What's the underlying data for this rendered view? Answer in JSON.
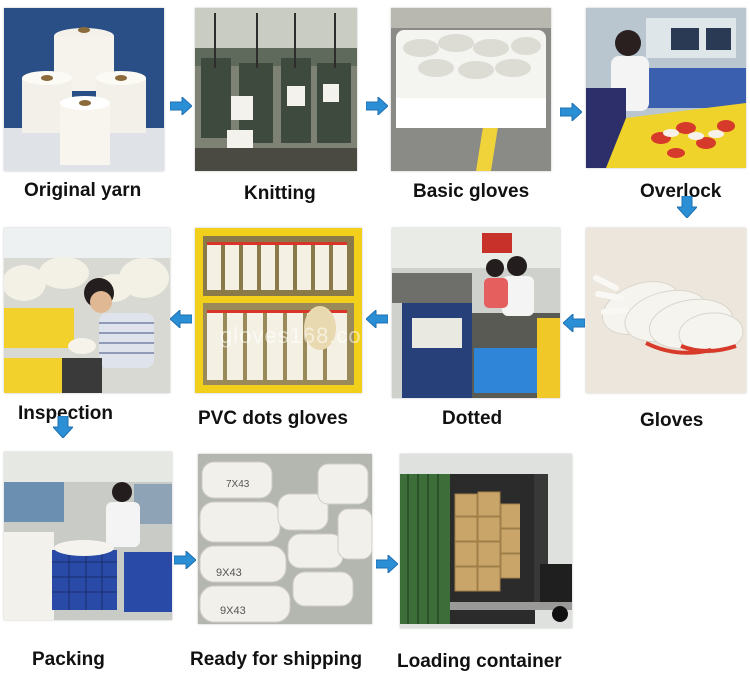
{
  "steps": [
    {
      "label": "Original yarn"
    },
    {
      "label": "Knitting"
    },
    {
      "label": "Basic gloves"
    },
    {
      "label": "Overlock"
    },
    {
      "label": "Gloves"
    },
    {
      "label": "Dotted"
    },
    {
      "label": "PVC dots gloves"
    },
    {
      "label": "Inspection"
    },
    {
      "label": "Packing"
    },
    {
      "label": "Ready for shipping"
    },
    {
      "label": "Loading container"
    }
  ],
  "watermark": "gloves168.com",
  "box_labels": {
    "bag_a": "7X43",
    "bag_b": "9X43",
    "bag_c": "9X43"
  },
  "colors": {
    "arrow": "#2b8fd6",
    "arrow_border": "#1e6fb0",
    "label": "#111111"
  }
}
